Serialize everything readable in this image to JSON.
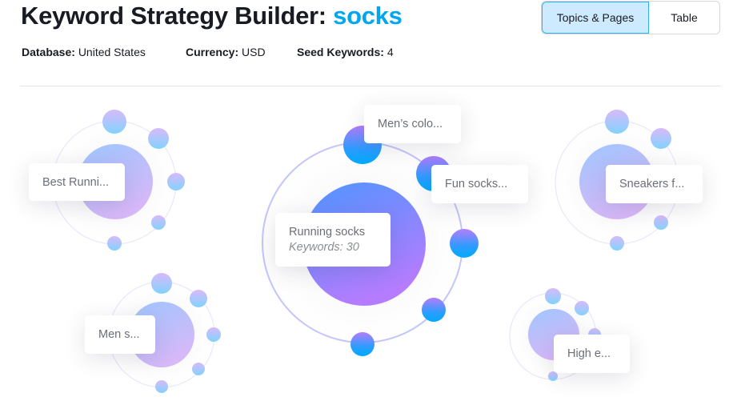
{
  "header": {
    "title_prefix": "Keyword Strategy Builder: ",
    "title_keyword": "socks",
    "meta": [
      {
        "label": "Database:",
        "value": "United States"
      },
      {
        "label": "Currency:",
        "value": "USD"
      },
      {
        "label": "Seed Keywords:",
        "value": "4"
      }
    ]
  },
  "view_toggle": {
    "options": [
      {
        "label": "Topics & Pages",
        "active": true
      },
      {
        "label": "Table",
        "active": false
      }
    ]
  },
  "colors": {
    "accent": "#00a7ef",
    "toggle_active_bg": "#cdeafe",
    "bubble_purple": "#b57cff",
    "bubble_blue": "#00aaff"
  },
  "topics": [
    {
      "label": "Best Runni...",
      "highlighted": false,
      "subpages": 5
    },
    {
      "label": "Running socks",
      "keywords_label": "Keywords: 30",
      "highlighted": true,
      "subpages": 5,
      "page_cards": [
        "Men’s colo...",
        "Fun socks..."
      ]
    },
    {
      "label": "Sneakers f...",
      "highlighted": false,
      "subpages": 4
    },
    {
      "label": "Men s...",
      "highlighted": false,
      "subpages": 5
    },
    {
      "label": "High e...",
      "highlighted": false,
      "subpages": 4
    }
  ]
}
